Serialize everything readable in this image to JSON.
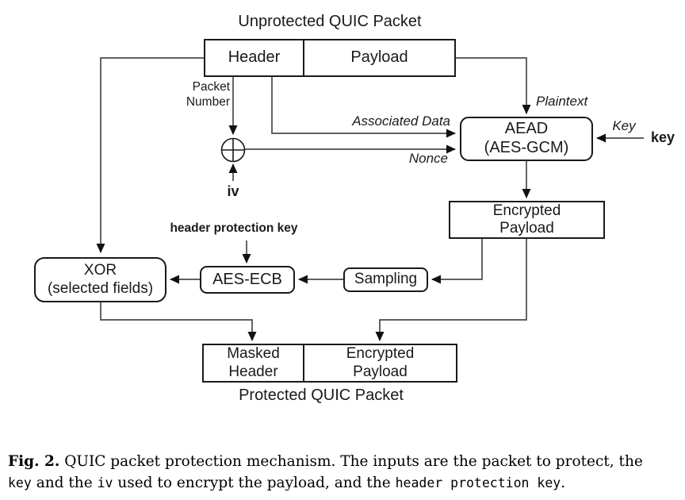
{
  "diagram": {
    "unprotected_label": "Unprotected QUIC Packet",
    "protected_label": "Protected QUIC Packet",
    "boxes": {
      "header": "Header",
      "payload": "Payload",
      "aead": {
        "line1": "AEAD",
        "line2": "(AES-GCM)"
      },
      "encrypted_payload": {
        "line1": "Encrypted",
        "line2": "Payload"
      },
      "sampling": "Sampling",
      "aes_ecb": "AES-ECB",
      "xor": {
        "line1": "XOR",
        "line2": "(selected fields)"
      },
      "masked_header": {
        "line1": "Masked",
        "line2": "Header"
      },
      "encrypted_payload_out": {
        "line1": "Encrypted",
        "line2": "Payload"
      }
    },
    "labels": {
      "packet_number": {
        "line1": "Packet",
        "line2": "Number"
      },
      "associated_data": "Associated Data",
      "nonce": "Nonce",
      "plaintext": "Plaintext",
      "key": "Key",
      "key_input": "key",
      "iv_input": "iv",
      "header_protection_key": "header protection key"
    },
    "icons": {
      "xor_plus": "⊕"
    },
    "colors": {
      "line": "#4a4a4a",
      "box_border": "#1a1a1a",
      "text": "#1a1a1a",
      "background": "#ffffff"
    }
  },
  "caption": {
    "label": "Fig. 2.",
    "part1": "QUIC packet protection mechanism. The inputs are the packet to protect, the",
    "code1": "key",
    "part2": "and the",
    "code2": "iv",
    "part3": "used to encrypt the payload, and the",
    "code3": "header protection key",
    "part4": "."
  }
}
